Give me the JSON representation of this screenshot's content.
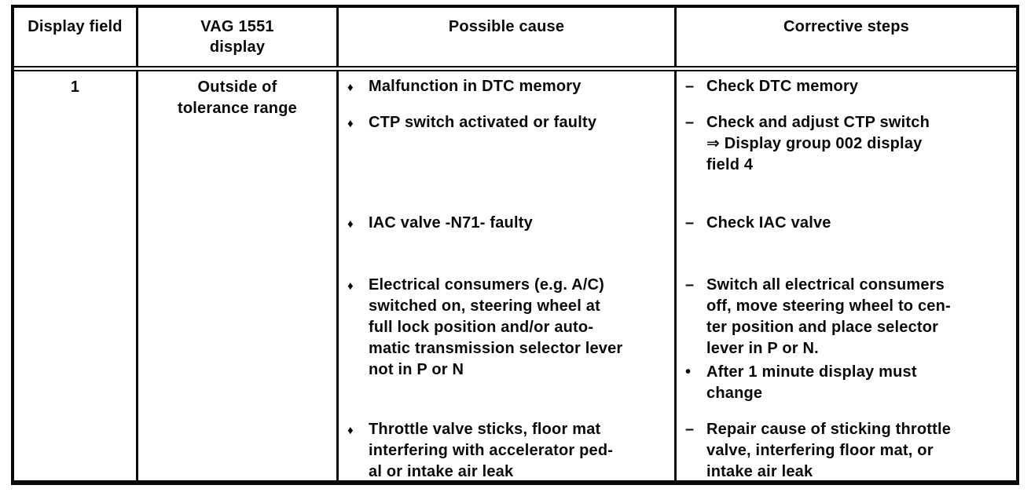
{
  "table": {
    "headers": {
      "display_field": "Display field",
      "vag_display": "VAG 1551\ndisplay",
      "possible_cause": "Possible cause",
      "corrective_steps": "Corrective steps"
    },
    "row": {
      "display_field": "1",
      "vag_display": "Outside of\ntolerance range",
      "markers": {
        "cause_bullet": "♦",
        "step_dash": "–",
        "note_bullet": "•"
      },
      "pairs": [
        {
          "cause": "Malfunction in DTC memory",
          "step": "Check DTC memory"
        },
        {
          "cause": "CTP switch activated or faulty",
          "step": "Check and adjust CTP switch\n⇒ Display group 002 display\nfield 4"
        },
        {
          "cause": "IAC valve -N71- faulty",
          "step": "Check IAC valve"
        },
        {
          "cause": "Electrical consumers (e.g. A/C)\nswitched on, steering wheel at\nfull lock position and/or auto-\nmatic transmission selector lever\nnot in P or N",
          "step": "Switch all electrical consumers\noff, move steering wheel to cen-\nter position and place selector\nlever in P or N.",
          "step_note": "After 1 minute display must\nchange"
        },
        {
          "cause": "Throttle valve sticks, floor mat\ninterfering with accelerator ped-\nal or intake air leak",
          "step": "Repair cause of sticking throttle\nvalve, interfering floor mat, or\nintake air leak"
        }
      ]
    }
  }
}
